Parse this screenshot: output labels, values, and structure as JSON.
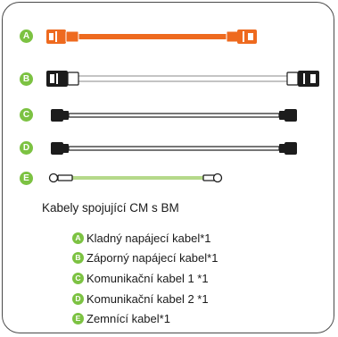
{
  "colors": {
    "badge_green": "#7cc242",
    "cable_orange": "#ee6a1f",
    "cable_gray": "#b9b9b9",
    "cable_black": "#1c1c1c",
    "ground_wire": "#b5d98a",
    "frame_border": "#4a4a4a"
  },
  "cables": [
    {
      "letter": "A"
    },
    {
      "letter": "B"
    },
    {
      "letter": "C"
    },
    {
      "letter": "D"
    },
    {
      "letter": "E"
    }
  ],
  "caption": "Kabely spojující CM s BM",
  "legend": [
    {
      "letter": "A",
      "label": "Kladný napájecí kabel*1"
    },
    {
      "letter": "B",
      "label": "Záporný napájecí kabel*1"
    },
    {
      "letter": "C",
      "label": "Komunikační kabel 1 *1"
    },
    {
      "letter": "D",
      "label": "Komunikační kabel 2 *1"
    },
    {
      "letter": "E",
      "label": "Zemnící kabel*1"
    }
  ]
}
